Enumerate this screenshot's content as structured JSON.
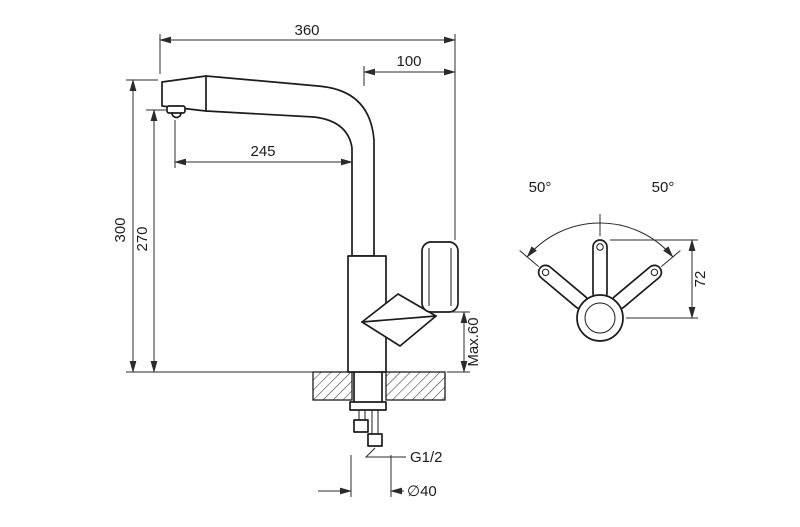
{
  "drawing": {
    "subject": "Kitchen faucet dimensional technical drawing, side view with mounting detail and top view of handle rotation",
    "colors": {
      "line": "#1c1c1c",
      "dimension_line": "#2b2b2b",
      "background": "#ffffff"
    },
    "side": {
      "dim_total_width": "360",
      "dim_top_depth": "100",
      "dim_spout_reach": "245",
      "dim_total_height": "300",
      "dim_spout_height": "270",
      "dim_mount_max": "Max.60",
      "label_thread": "G1/2",
      "label_hole": "∅40"
    },
    "top": {
      "dim_angle_left": "50°",
      "dim_angle_right": "50°",
      "dim_handle": "72"
    }
  }
}
